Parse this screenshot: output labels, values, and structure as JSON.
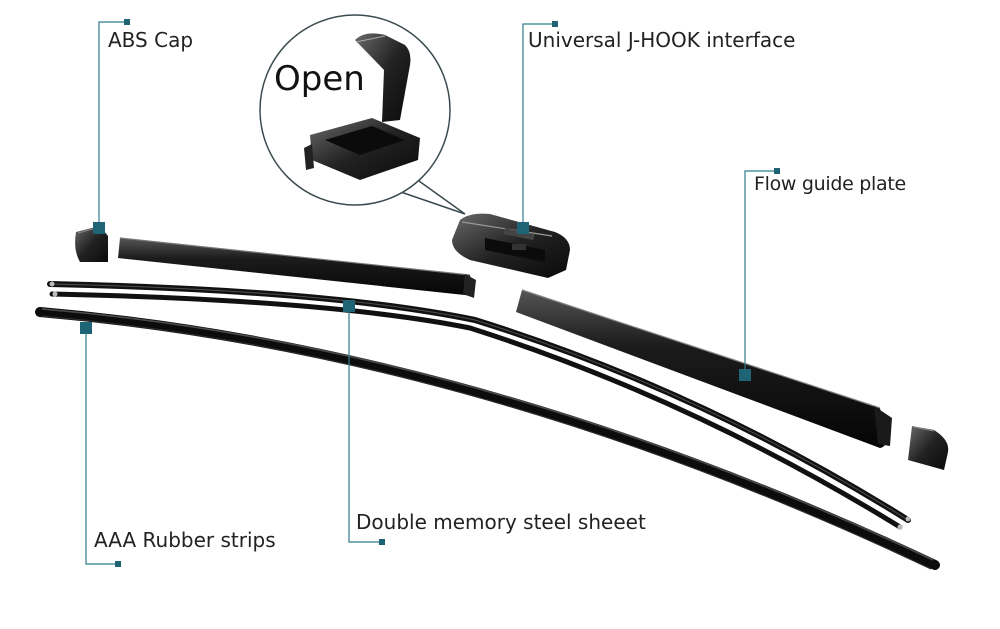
{
  "labels": {
    "abs_cap": "ABS Cap",
    "j_hook": "Universal J-HOOK interface",
    "flow_guide": "Flow guide plate",
    "steel_sheet": "Double memory steel sheeet",
    "rubber_strips": "AAA Rubber strips",
    "open": "Open"
  },
  "colors": {
    "leader_line": "#2f7d8c",
    "marker": "#1f6474",
    "part": "#141414",
    "callout_border": "#3a4a4f"
  }
}
